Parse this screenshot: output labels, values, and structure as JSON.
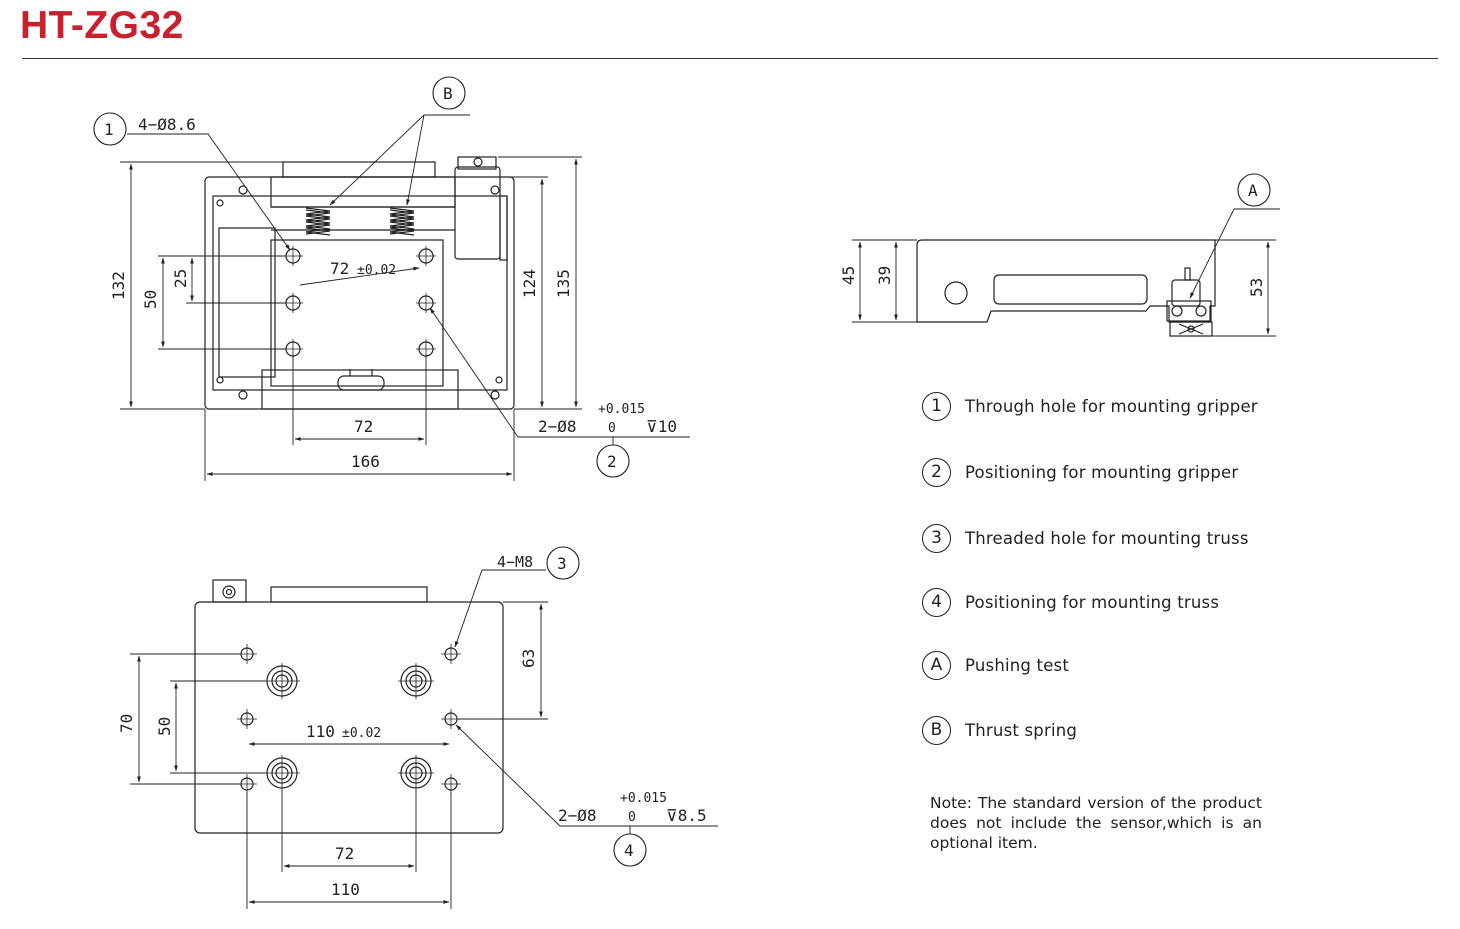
{
  "title": "HT-ZG32",
  "colors": {
    "title": "#c8202c",
    "line": "#222222"
  },
  "views": {
    "top": {
      "dims": {
        "hole_callout": "4−Ø8.6",
        "pitch_x": "72",
        "pitch_tol": "±0.02",
        "bottom_72": "72",
        "width_166": "166",
        "h_132": "132",
        "h_50": "50",
        "h_25": "25",
        "h_124": "124",
        "h_135": "135",
        "pin_callout": "2−Ø8",
        "tol_plus": "+0.015",
        "tol_zero": "0",
        "depth": "⊽10"
      },
      "balloons": {
        "one": "1",
        "two": "2",
        "b": "B"
      }
    },
    "side": {
      "dims": {
        "h_45": "45",
        "h_39": "39",
        "h_53": "53"
      },
      "balloons": {
        "a": "A"
      }
    },
    "bottom": {
      "dims": {
        "thread_callout": "4−M8",
        "pitch_x": "110",
        "pitch_tol": "±0.02",
        "h_70": "70",
        "h_50": "50",
        "h_63": "63",
        "bottom_72": "72",
        "bottom_110": "110",
        "pin_callout": "2−Ø8",
        "tol_plus": "+0.015",
        "tol_zero": "0",
        "depth": "⊽8.5"
      },
      "balloons": {
        "three": "3",
        "four": "4"
      }
    }
  },
  "legend": [
    {
      "mark": "1",
      "text": "Through hole for mounting gripper"
    },
    {
      "mark": "2",
      "text": "Positioning for mounting gripper"
    },
    {
      "mark": "3",
      "text": "Threaded hole for mounting truss"
    },
    {
      "mark": "4",
      "text": "Positioning for mounting truss"
    },
    {
      "mark": "A",
      "text": "Pushing test"
    },
    {
      "mark": "B",
      "text": "Thrust spring"
    }
  ],
  "note": "Note: The standard version of the product does not include the sensor,which is an optional item."
}
